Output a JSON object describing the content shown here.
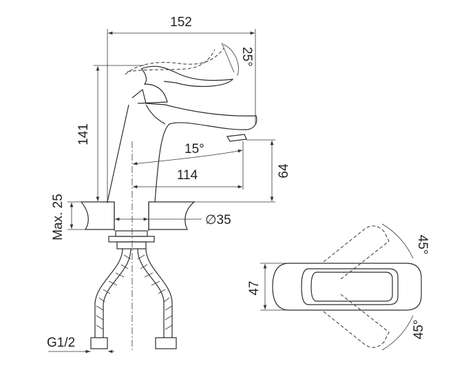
{
  "title": "Faucet dimensional drawing",
  "dimensions": {
    "overall_width": "152",
    "handle_angle": "25°",
    "height": "141",
    "spout_angle": "15°",
    "spout_reach": "114",
    "spout_height": "64",
    "max_counter_thickness": "Max. 25",
    "hole_diameter": "∅35",
    "connection_thread": "G1/2",
    "handle_width": "47",
    "rotation_left": "45°",
    "rotation_right": "45°"
  }
}
